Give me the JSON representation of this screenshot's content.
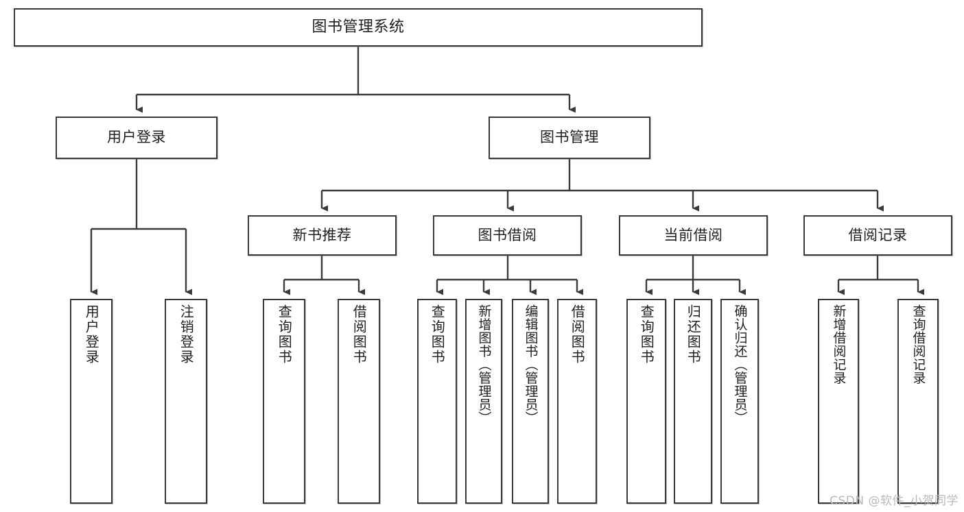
{
  "diagram": {
    "title": "图书管理系统",
    "watermark": "CSDN @软件_小贺同学",
    "line_color": "#3a3a3a",
    "box_fill": "#ffffff",
    "text_color": "#1f1f1f",
    "levels": {
      "root": {
        "label": "图书管理系统"
      },
      "level2": [
        {
          "label": "用户登录"
        },
        {
          "label": "图书管理"
        }
      ],
      "level3": [
        {
          "label": "新书推荐"
        },
        {
          "label": "图书借阅"
        },
        {
          "label": "当前借阅"
        },
        {
          "label": "借阅记录"
        }
      ],
      "leaves": {
        "user_login": [
          {
            "label": "用户登录"
          },
          {
            "label": "注销登录"
          }
        ],
        "new_book": [
          {
            "label": "查询图书"
          },
          {
            "label": "借阅图书"
          }
        ],
        "book_borrow": [
          {
            "label": "查询图书"
          },
          {
            "label": "新增图书（管理员）"
          },
          {
            "label": "编辑图书（管理员）"
          },
          {
            "label": "借阅图书"
          }
        ],
        "current_borrow": [
          {
            "label": "查询图书"
          },
          {
            "label": "归还图书"
          },
          {
            "label": "确认归还（管理员）"
          }
        ],
        "borrow_record": [
          {
            "label": "新增借阅记录"
          },
          {
            "label": "查询借阅记录"
          }
        ]
      }
    }
  }
}
